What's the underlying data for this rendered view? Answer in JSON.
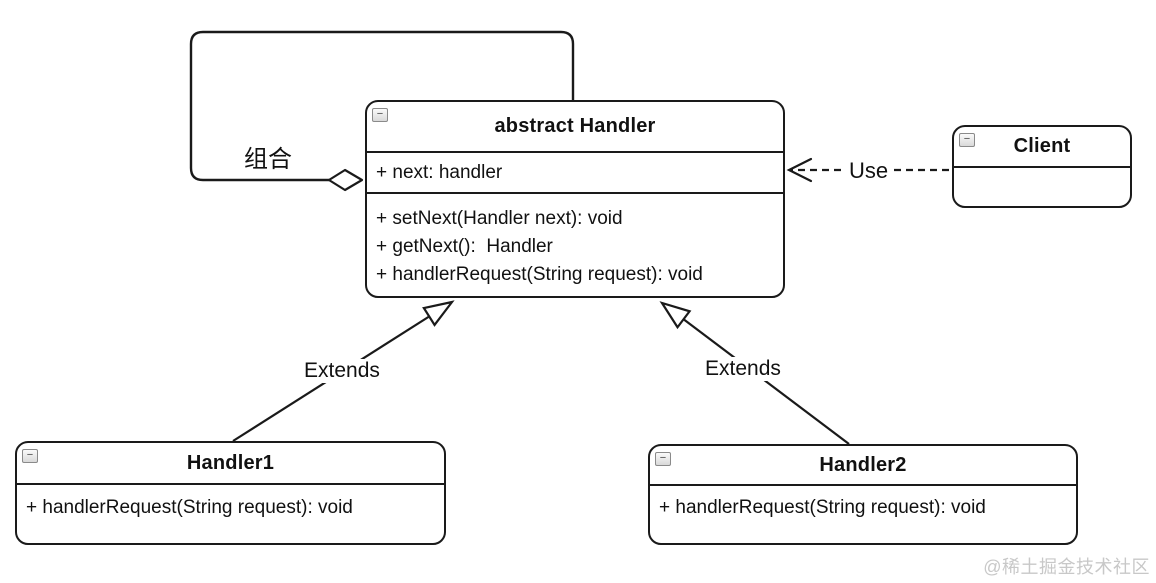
{
  "diagram": {
    "type": "uml-class-diagram",
    "ui": {
      "collapse_glyph": "−"
    },
    "colors": {
      "stroke": "#1a1a1a",
      "background": "#ffffff",
      "watermark": "#c8c8c8",
      "fill": "#ffffff"
    },
    "classes": {
      "abstract_handler": {
        "title": "abstract Handler",
        "attributes": [
          "+ next: handler"
        ],
        "methods": [
          "+ setNext(Handler next): void",
          "+ getNext():  Handler",
          "+ handlerRequest(String request): void"
        ]
      },
      "client": {
        "title": "Client",
        "attributes": [],
        "methods": []
      },
      "handler1": {
        "title": "Handler1",
        "methods": [
          "+ handlerRequest(String request): void"
        ]
      },
      "handler2": {
        "title": "Handler2",
        "methods": [
          "+ handlerRequest(String request): void"
        ]
      }
    },
    "relations": {
      "aggregation": {
        "label": "组合",
        "from": "abstract Handler",
        "to": "abstract Handler",
        "style": "solid, hollow diamond at class"
      },
      "use": {
        "label": "Use",
        "from": "Client",
        "to": "abstract Handler",
        "style": "dashed, open arrow"
      },
      "extends_left": {
        "label": "Extends",
        "from": "Handler1",
        "to": "abstract Handler",
        "style": "solid, hollow triangle"
      },
      "extends_right": {
        "label": "Extends",
        "from": "Handler2",
        "to": "abstract Handler",
        "style": "solid, hollow triangle"
      }
    },
    "watermark": "@稀土掘金技术社区"
  }
}
